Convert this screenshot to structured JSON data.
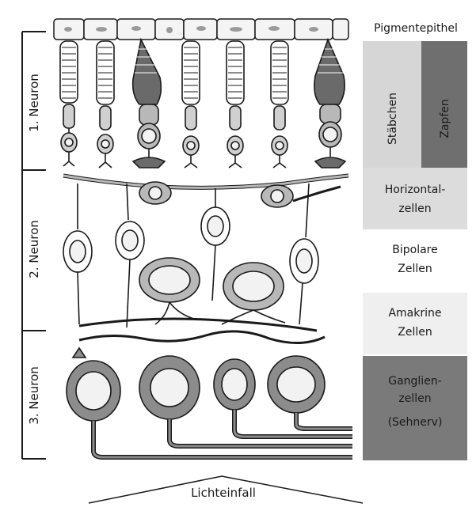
{
  "neuron_levels": {
    "first": "1. Neuron",
    "second": "2. Neuron",
    "third": "3. Neuron"
  },
  "layers": {
    "pigment_epithelium": "Pigmentepithel",
    "rods": "Stäbchen",
    "cones": "Zapfen",
    "horizontal_cells": [
      "Horizontal-",
      "zellen"
    ],
    "bipolar_cells": [
      "Bipolare",
      "Zellen"
    ],
    "amacrine_cells": [
      "Amakrine",
      "Zellen"
    ],
    "ganglion_cells": [
      "Ganglien-",
      "zellen",
      "(Sehnerv)"
    ]
  },
  "light_incidence": "Lichteinfall",
  "colors": {
    "rods_band": "#d6d6d6",
    "cones_band": "#6f6f6f",
    "horizontal_band": "#dcdcdc",
    "amacrine_band": "#efefef",
    "ganglion_band": "#7a7a7a",
    "cell_fill": "#b8b8b8",
    "cone_fill": "#6a6a6a",
    "ganglion_fill": "#8c8c8c",
    "nucleus_fill": "#f2f2f2",
    "outline": "#1a1a1a"
  }
}
